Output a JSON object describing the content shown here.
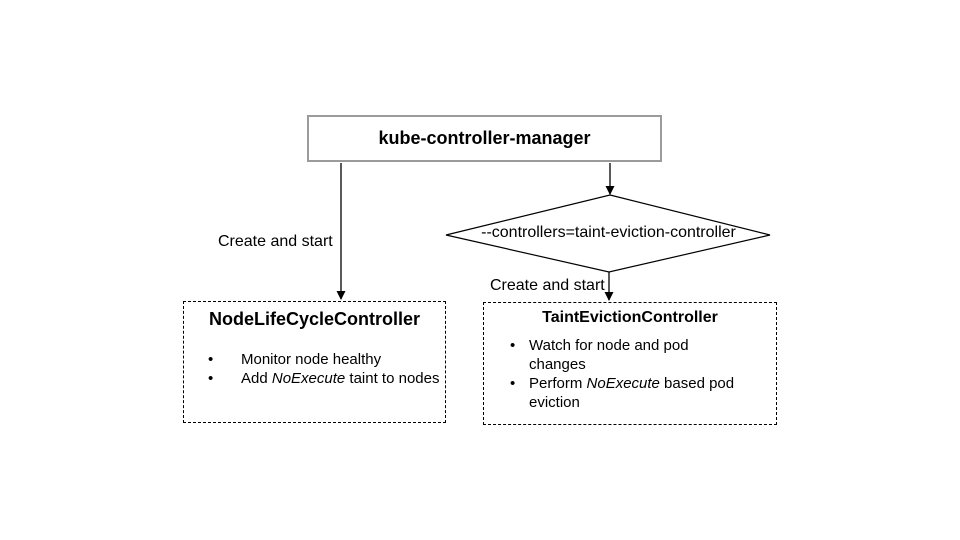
{
  "diagram": {
    "top_box": {
      "label": "kube-controller-manager"
    },
    "decision": {
      "label": "--controllers=taint-eviction-controller"
    },
    "edges": {
      "left_label": "Create and start",
      "right_label": "Create and start"
    },
    "left_box": {
      "title": "NodeLifeCycleController",
      "bullets": [
        {
          "pre": "Monitor node healthy",
          "italic": "",
          "post": ""
        },
        {
          "pre": "Add ",
          "italic": "NoExecute",
          "post": " taint to nodes"
        }
      ]
    },
    "right_box": {
      "title": "TaintEvictionController",
      "bullets": [
        {
          "pre": "Watch for node and pod changes",
          "italic": "",
          "post": ""
        },
        {
          "pre": "Perform ",
          "italic": "NoExecute",
          "post": " based pod eviction"
        }
      ]
    },
    "colors": {
      "line": "#000000",
      "top_box_border": "#9b9b9b",
      "background": "#ffffff",
      "text": "#000000"
    }
  }
}
